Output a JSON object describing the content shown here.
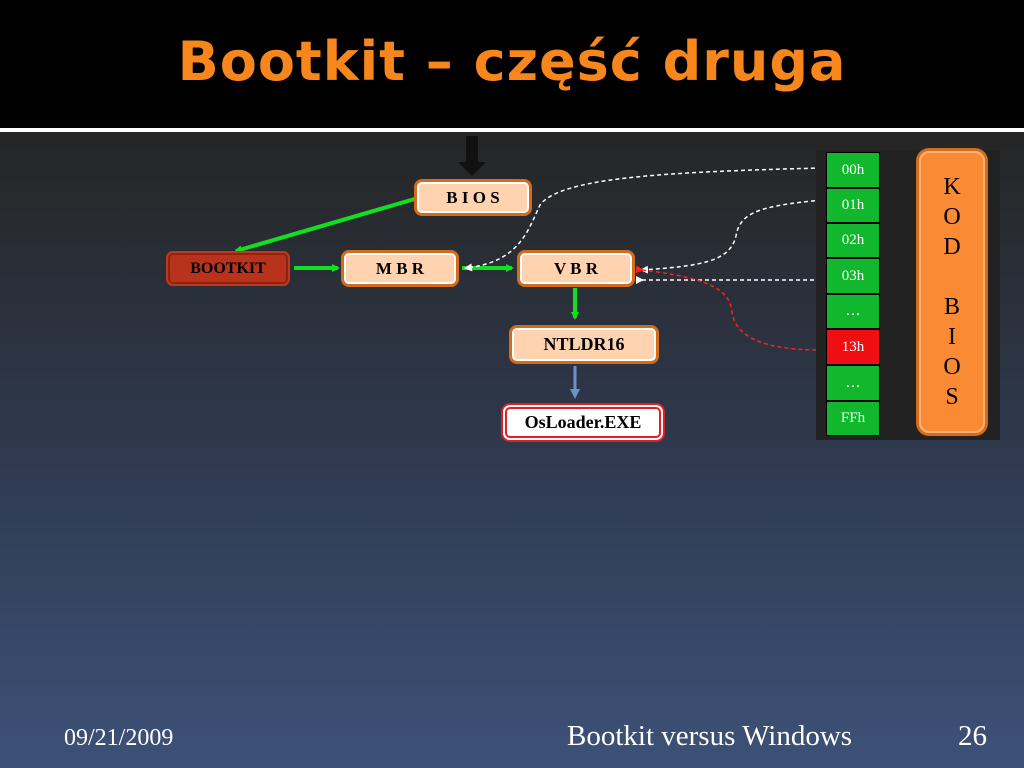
{
  "slide": {
    "title": "Bootkit – część druga",
    "footer": {
      "date": "09/21/2009",
      "title": "Bootkit versus Windows",
      "page": "26"
    }
  },
  "diagram": {
    "nodes": {
      "bios": "B I O S",
      "bootkit": "BOOTKIT",
      "mbr": "M B R",
      "vbr": "V B R",
      "ntldr": "NTLDR16",
      "osloader": "OsLoader.EXE"
    },
    "ivt": [
      "00h",
      "01h",
      "02h",
      "03h",
      "…",
      "13h",
      "…",
      "FFh"
    ],
    "ivt_highlight": "13h",
    "kod_bios": [
      "K",
      "O",
      "D",
      "",
      "B",
      "I",
      "O",
      "S"
    ]
  },
  "colors": {
    "title": "#f7861d",
    "green": "#11b82e",
    "red": "#ef0f12",
    "orange": "#fb8a34"
  }
}
